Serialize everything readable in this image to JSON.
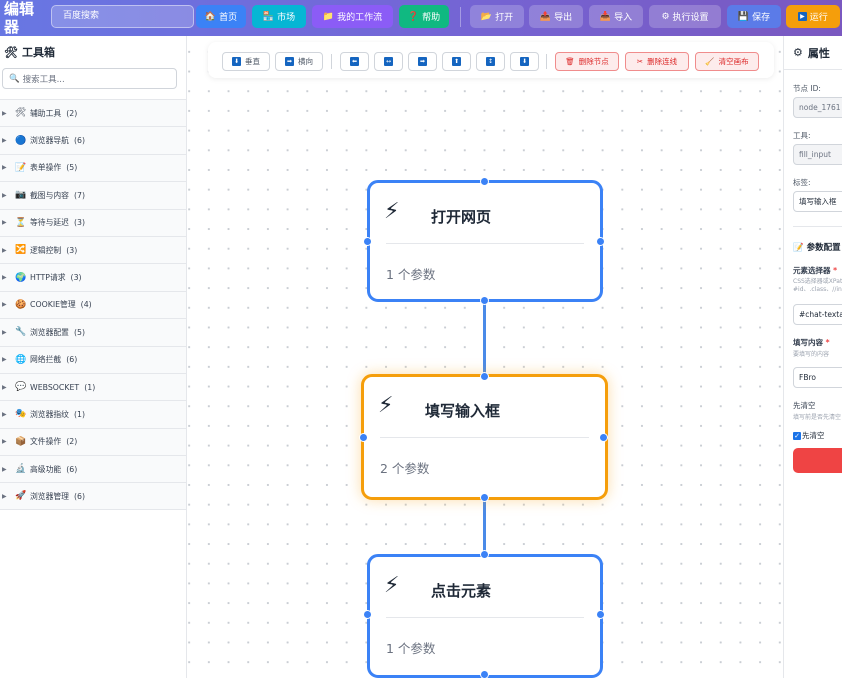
{
  "app": {
    "title": "编辑器"
  },
  "header": {
    "search_placeholder": "百度搜索",
    "nav": [
      {
        "label": "首页",
        "icon": "🏠",
        "color": "#3b82f6"
      },
      {
        "label": "市场",
        "icon": "🏪",
        "color": "#06b6d4"
      },
      {
        "label": "我的工作流",
        "icon": "📁",
        "color": "#8b5cf6"
      },
      {
        "label": "帮助",
        "icon": "❓",
        "color": "#10b981"
      }
    ],
    "actions": [
      {
        "label": "打开",
        "icon": "📂"
      },
      {
        "label": "导出",
        "icon": "📤"
      },
      {
        "label": "导入",
        "icon": "📥"
      },
      {
        "label": "执行设置",
        "icon": "⚙"
      },
      {
        "label": "保存",
        "icon": "💾",
        "color": "#5b7be8"
      },
      {
        "label": "运行",
        "icon": "▶",
        "color": "#f59e0b"
      }
    ]
  },
  "toolbox": {
    "title": "工具箱",
    "title_icon": "🛠",
    "search_placeholder": "搜索工具...",
    "categories": [
      {
        "icon": "🛠",
        "label": "辅助工具",
        "count": "(2)"
      },
      {
        "icon": "🔵",
        "label": "浏览器导航",
        "count": "(6)"
      },
      {
        "icon": "📝",
        "label": "表单操作",
        "count": "(5)"
      },
      {
        "icon": "📷",
        "label": "截图与内容",
        "count": "(7)"
      },
      {
        "icon": "⏳",
        "label": "等待与延迟",
        "count": "(3)"
      },
      {
        "icon": "🔀",
        "label": "逻辑控制",
        "count": "(3)"
      },
      {
        "icon": "🌍",
        "label": "HTTP请求",
        "count": "(3)"
      },
      {
        "icon": "🍪",
        "label": "COOKIE管理",
        "count": "(4)"
      },
      {
        "icon": "🔧",
        "label": "浏览器配置",
        "count": "(5)"
      },
      {
        "icon": "🌐",
        "label": "网络拦截",
        "count": "(6)"
      },
      {
        "icon": "💬",
        "label": "WEBSOCKET",
        "count": "(1)"
      },
      {
        "icon": "🎭",
        "label": "浏览器指纹",
        "count": "(1)"
      },
      {
        "icon": "📦",
        "label": "文件操作",
        "count": "(2)"
      },
      {
        "icon": "🔬",
        "label": "高级功能",
        "count": "(6)"
      },
      {
        "icon": "🚀",
        "label": "浏览器管理",
        "count": "(6)"
      }
    ]
  },
  "canvas_toolbar": {
    "layout_buttons": [
      {
        "label": "垂直",
        "icon": "⬇"
      },
      {
        "label": "横向",
        "icon": "➡"
      }
    ],
    "align_buttons": [
      {
        "icon": "⬅",
        "name": "align-left"
      },
      {
        "icon": "↔",
        "name": "align-center-h"
      },
      {
        "icon": "➡",
        "name": "align-right"
      },
      {
        "icon": "⬆",
        "name": "align-top"
      },
      {
        "icon": "↕",
        "name": "align-center-v"
      },
      {
        "icon": "⬇",
        "name": "align-bottom"
      }
    ],
    "danger_buttons": [
      {
        "label": "删除节点",
        "icon": "🗑"
      },
      {
        "label": "删除连线",
        "icon": "✂"
      },
      {
        "label": "清空画布",
        "icon": "🧹"
      }
    ]
  },
  "nodes": [
    {
      "title": "打开网页",
      "icon": "⚡",
      "params": "1 个参数",
      "selected": false
    },
    {
      "title": "填写输入框",
      "icon": "⚡",
      "params": "2 个参数",
      "selected": true
    },
    {
      "title": "点击元素",
      "icon": "⚡",
      "params": "1 个参数",
      "selected": false
    }
  ],
  "properties": {
    "title": "属性",
    "title_icon": "⚙",
    "node_id_label": "节点 ID:",
    "node_id_value": "node_1761",
    "tool_label": "工具:",
    "tool_value": "fill_input",
    "tag_label": "标签:",
    "tag_value": "填写输入框",
    "params_title": "参数配置",
    "params_icon": "📝",
    "selector_label": "元素选择器",
    "selector_hint1": "CSS选择器或XPath",
    "selector_hint2": "#id、.class、//input",
    "selector_value": "#chat-textarea",
    "content_label": "填写内容",
    "content_hint": "要填写的内容",
    "content_value": "FBro",
    "clear_label": "先清空",
    "clear_hint": "填写前是否先清空",
    "clear_checkbox_label": "先清空",
    "clear_checked": true,
    "required_mark": "*",
    "check_mark": "✓"
  }
}
